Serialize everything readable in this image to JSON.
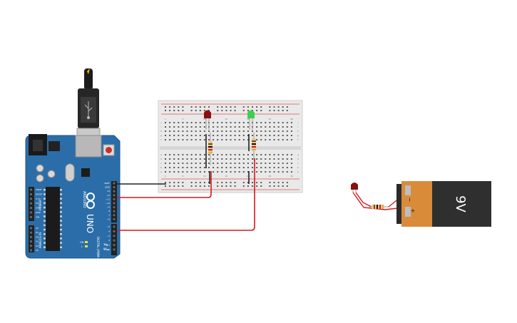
{
  "arduino": {
    "logo": "UNO",
    "brand": "ARDUINO",
    "power_header_label": "POWER",
    "analog_header_label": "ANALOG IN",
    "digital_header_label": "DIGITAL (PWM~)",
    "power_pins": [
      "IOREF",
      "RESET",
      "3.3V",
      "5V",
      "GND",
      "GND",
      "VIN"
    ],
    "analog_pins": [
      "A0",
      "A1",
      "A2",
      "A3",
      "A4",
      "A5"
    ],
    "digital_pins": [
      "AREF",
      "GND",
      "13",
      "12",
      "~11",
      "~10",
      "~9",
      "8",
      "7",
      "~6",
      "~5",
      "4",
      "~3",
      "2",
      "TX▶1",
      "RX◀0"
    ],
    "tx_label": "TX",
    "rx_label": "RX",
    "on_label": "ON",
    "l_label": "L"
  },
  "breadboard": {
    "column_numbers": [
      "1",
      "5",
      "10",
      "15",
      "20",
      "25",
      "30"
    ],
    "row_letters_top": [
      "j",
      "i",
      "h",
      "g",
      "f"
    ],
    "row_letters_bottom": [
      "e",
      "d",
      "c",
      "b",
      "a"
    ]
  },
  "battery": {
    "voltage_label": "9V",
    "minus_symbol": "−",
    "plus_symbol": "+",
    "body_color": "#2f2f2f",
    "band_color": "#d98b3a"
  },
  "components": {
    "led_red_color": "#8b0f0f",
    "led_green_color": "#3bd14a",
    "wire_color": "#d7191c",
    "ground_wire_color": "#222222",
    "board_color": "#2b6da8"
  }
}
